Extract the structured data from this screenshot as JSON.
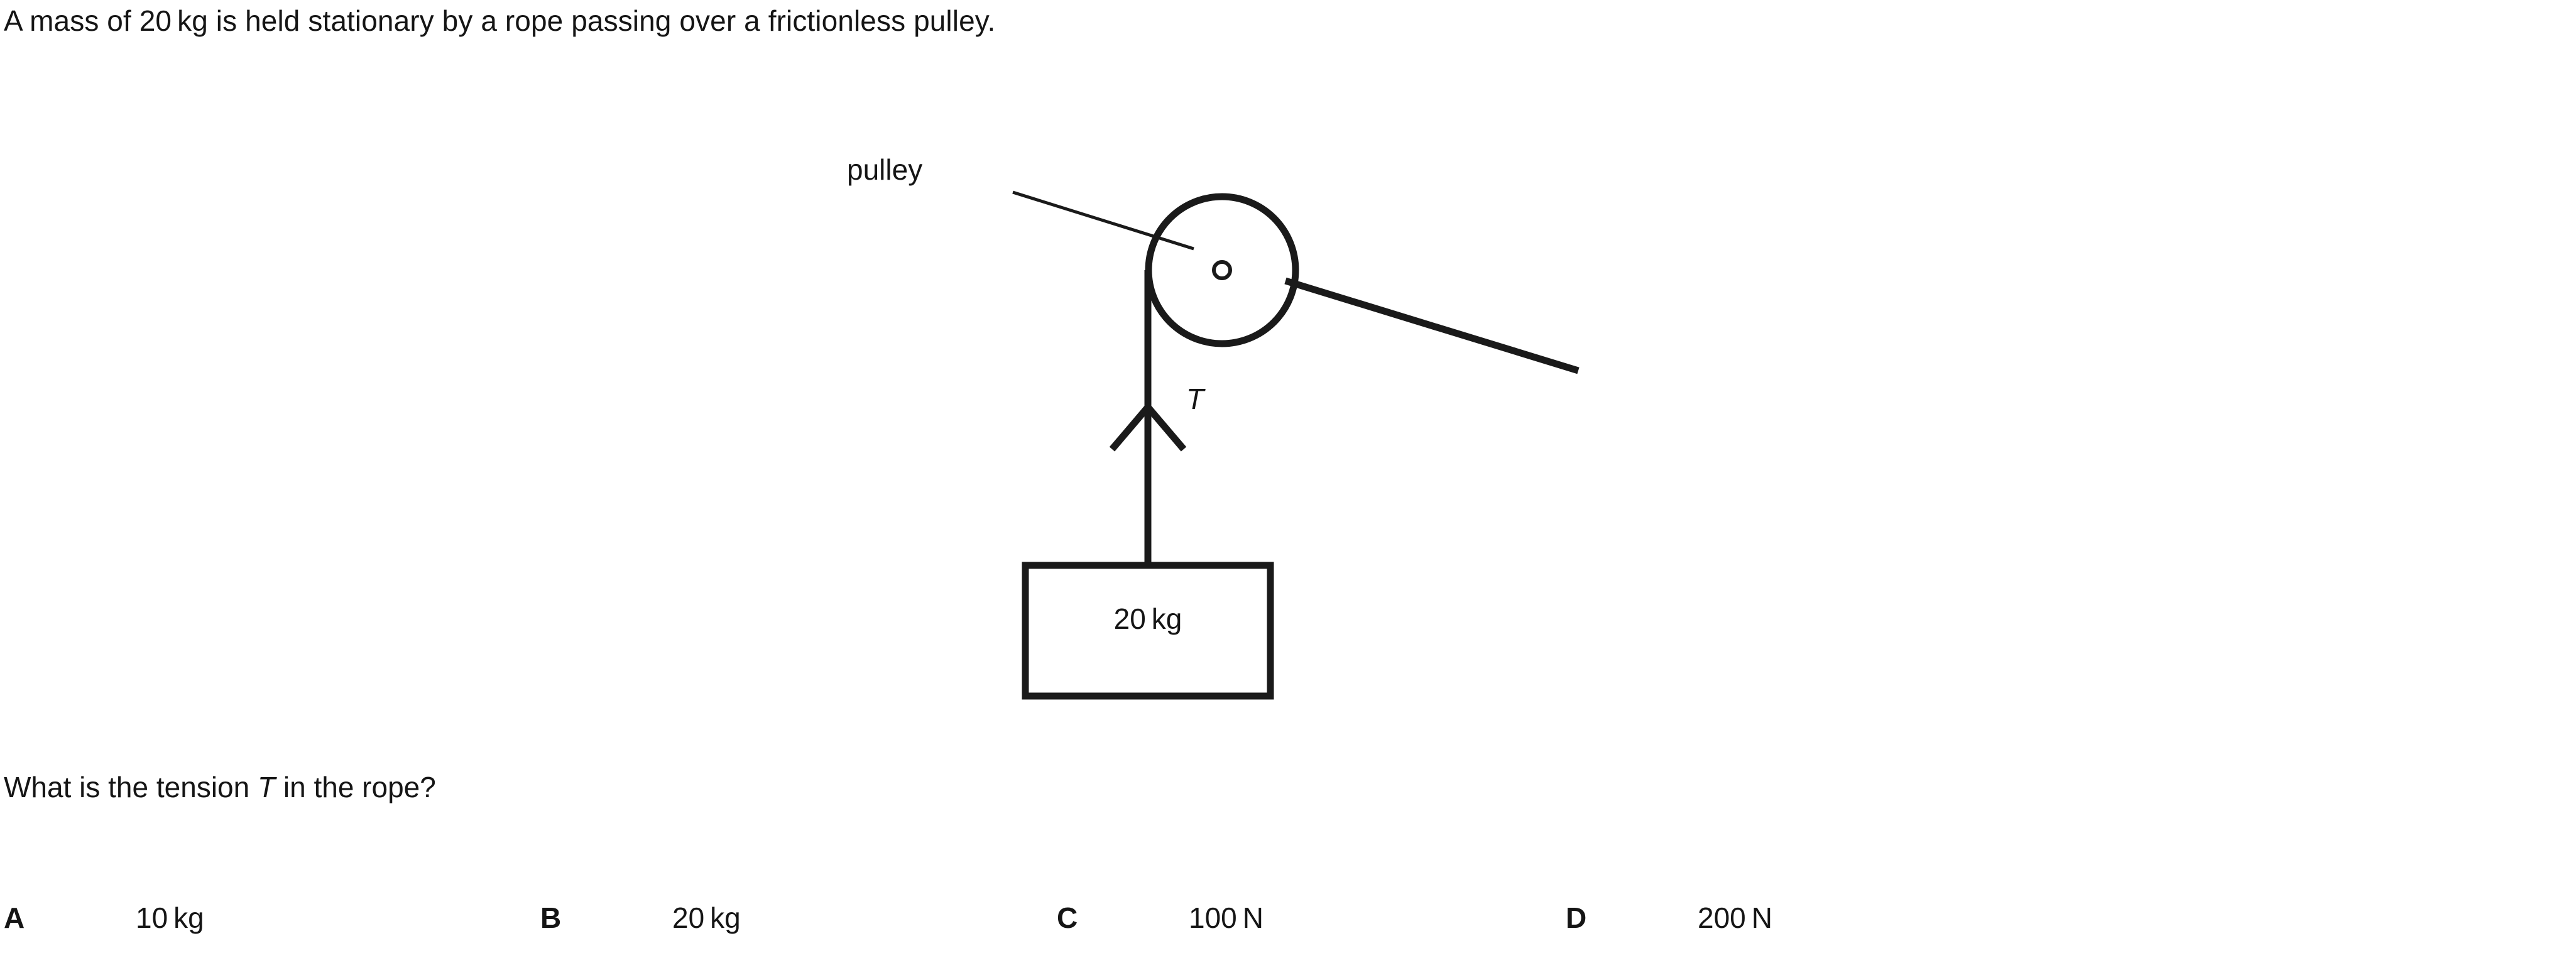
{
  "question_stem": {
    "part1": "A mass of 20",
    "unit1": "kg",
    "part2": " is held stationary by a rope passing over a frictionless pulley."
  },
  "diagram": {
    "pulley_label": "pulley",
    "tension_label": "T",
    "mass_box": {
      "value": "20",
      "unit": "kg"
    },
    "stroke_color": "#1a1a1a"
  },
  "question": {
    "prefix": "What is the tension ",
    "symbol": "T",
    "suffix": " in the rope?"
  },
  "options": [
    {
      "letter": "A",
      "value": "10",
      "unit": "kg"
    },
    {
      "letter": "B",
      "value": "20",
      "unit": "kg"
    },
    {
      "letter": "C",
      "value": "100",
      "unit": "N"
    },
    {
      "letter": "D",
      "value": "200",
      "unit": "N"
    }
  ]
}
